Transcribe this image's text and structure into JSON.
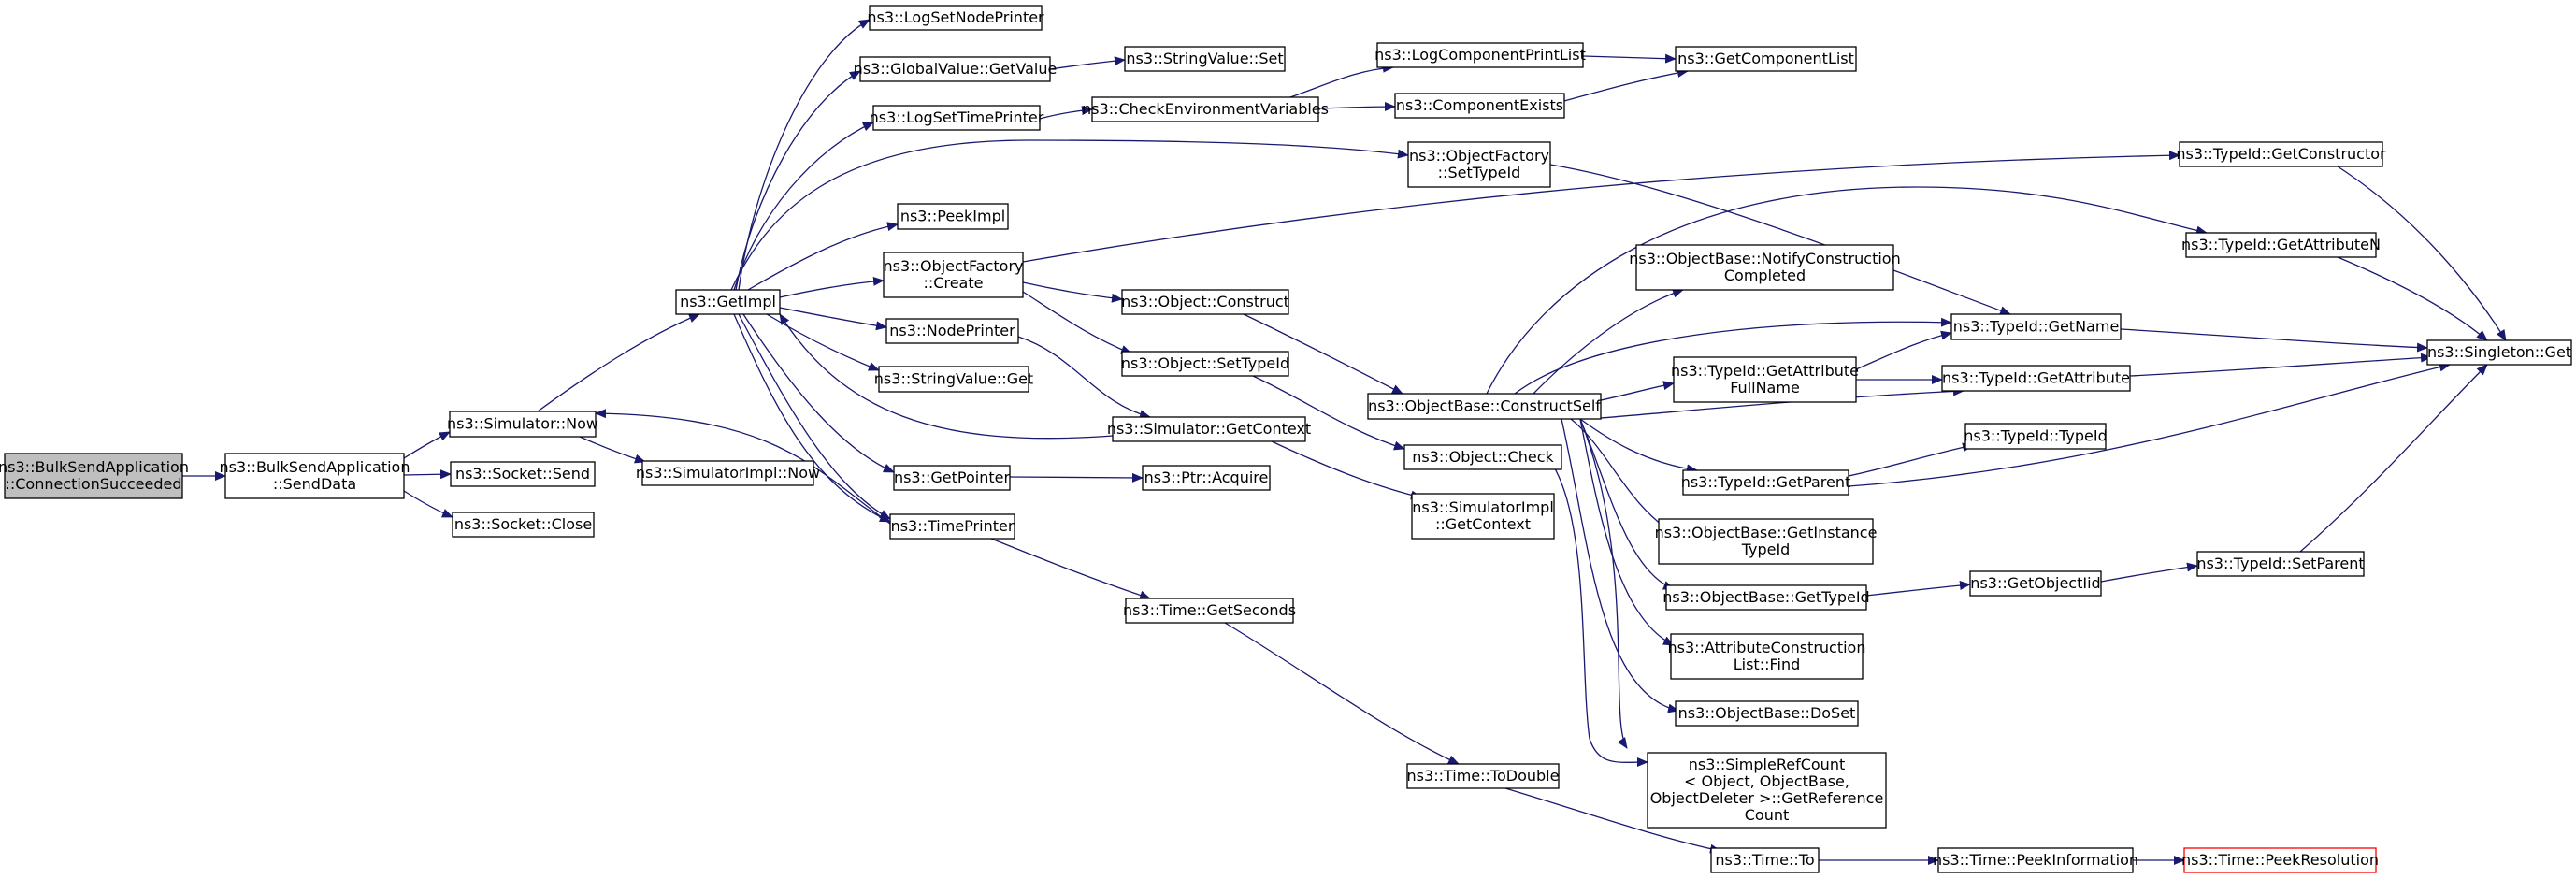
{
  "diagram": {
    "colors": {
      "edge": "#191970",
      "root_fill": "#bfbfbf",
      "node_fill": "#ffffff",
      "node_border": "#000000",
      "truncated_border": "#ff0000"
    },
    "nodes": [
      {
        "id": "n_root",
        "lines": [
          "ns3::BulkSendApplication",
          "::ConnectionSucceeded"
        ]
      },
      {
        "id": "n_senddata",
        "lines": [
          "ns3::BulkSendApplication",
          "::SendData"
        ]
      },
      {
        "id": "n_sim_now",
        "lines": [
          "ns3::Simulator::Now"
        ]
      },
      {
        "id": "n_sock_send",
        "lines": [
          "ns3::Socket::Send"
        ]
      },
      {
        "id": "n_sock_close",
        "lines": [
          "ns3::Socket::Close"
        ]
      },
      {
        "id": "n_getimpl",
        "lines": [
          "ns3::GetImpl"
        ]
      },
      {
        "id": "n_simimpl_now",
        "lines": [
          "ns3::SimulatorImpl::Now"
        ]
      },
      {
        "id": "n_logsetnodeprinter",
        "lines": [
          "ns3::LogSetNodePrinter"
        ]
      },
      {
        "id": "n_globalvalue_getvalue",
        "lines": [
          "ns3::GlobalValue::GetValue"
        ]
      },
      {
        "id": "n_logsettimeprinter",
        "lines": [
          "ns3::LogSetTimePrinter"
        ]
      },
      {
        "id": "n_peekimpl",
        "lines": [
          "ns3::PeekImpl"
        ]
      },
      {
        "id": "n_objfactory_create",
        "lines": [
          "ns3::ObjectFactory",
          "::Create"
        ]
      },
      {
        "id": "n_nodeprinter",
        "lines": [
          "ns3::NodePrinter"
        ]
      },
      {
        "id": "n_stringvalue_get",
        "lines": [
          "ns3::StringValue::Get"
        ]
      },
      {
        "id": "n_getpointer",
        "lines": [
          "ns3::GetPointer"
        ]
      },
      {
        "id": "n_timeprinter",
        "lines": [
          "ns3::TimePrinter"
        ]
      },
      {
        "id": "n_stringvalue_set",
        "lines": [
          "ns3::StringValue::Set"
        ]
      },
      {
        "id": "n_checkenv",
        "lines": [
          "ns3::CheckEnvironmentVariables"
        ]
      },
      {
        "id": "n_object_construct",
        "lines": [
          "ns3::Object::Construct"
        ]
      },
      {
        "id": "n_object_settypeid",
        "lines": [
          "ns3::Object::SetTypeId"
        ]
      },
      {
        "id": "n_sim_getcontext",
        "lines": [
          "ns3::Simulator::GetContext"
        ]
      },
      {
        "id": "n_ptr_acquire",
        "lines": [
          "ns3::Ptr::Acquire"
        ]
      },
      {
        "id": "n_time_getseconds",
        "lines": [
          "ns3::Time::GetSeconds"
        ]
      },
      {
        "id": "n_logcomponentprintlist",
        "lines": [
          "ns3::LogComponentPrintList"
        ]
      },
      {
        "id": "n_componentexists",
        "lines": [
          "ns3::ComponentExists"
        ]
      },
      {
        "id": "n_objfactory_settypeid",
        "lines": [
          "ns3::ObjectFactory",
          "::SetTypeId"
        ]
      },
      {
        "id": "n_objbase_constructself",
        "lines": [
          "ns3::ObjectBase::ConstructSelf"
        ]
      },
      {
        "id": "n_object_check",
        "lines": [
          "ns3::Object::Check"
        ]
      },
      {
        "id": "n_simimpl_getcontext",
        "lines": [
          "ns3::SimulatorImpl",
          "::GetContext"
        ]
      },
      {
        "id": "n_time_todouble",
        "lines": [
          "ns3::Time::ToDouble"
        ]
      },
      {
        "id": "n_getcomponentlist",
        "lines": [
          "ns3::GetComponentList"
        ]
      },
      {
        "id": "n_objbase_notify",
        "lines": [
          "ns3::ObjectBase::NotifyConstruction",
          "Completed"
        ]
      },
      {
        "id": "n_typeid_getattrfullname",
        "lines": [
          "ns3::TypeId::GetAttribute",
          "FullName"
        ]
      },
      {
        "id": "n_typeid_getparent",
        "lines": [
          "ns3::TypeId::GetParent"
        ]
      },
      {
        "id": "n_objbase_getinstancetypeid",
        "lines": [
          "ns3::ObjectBase::GetInstance",
          "TypeId"
        ]
      },
      {
        "id": "n_objbase_gettypeid",
        "lines": [
          "ns3::ObjectBase::GetTypeId"
        ]
      },
      {
        "id": "n_attrconstrlist_find",
        "lines": [
          "ns3::AttributeConstruction",
          "List::Find"
        ]
      },
      {
        "id": "n_objbase_doset",
        "lines": [
          "ns3::ObjectBase::DoSet"
        ]
      },
      {
        "id": "n_simplerefcount",
        "lines": [
          "ns3::SimpleRefCount",
          "< Object, ObjectBase,",
          " ObjectDeleter >::GetReference",
          "Count"
        ]
      },
      {
        "id": "n_time_to",
        "lines": [
          "ns3::Time::To"
        ]
      },
      {
        "id": "n_typeid_getconstructor",
        "lines": [
          "ns3::TypeId::GetConstructor"
        ]
      },
      {
        "id": "n_typeid_getattributen",
        "lines": [
          "ns3::TypeId::GetAttributeN"
        ]
      },
      {
        "id": "n_typeid_getname",
        "lines": [
          "ns3::TypeId::GetName"
        ]
      },
      {
        "id": "n_typeid_getattribute",
        "lines": [
          "ns3::TypeId::GetAttribute"
        ]
      },
      {
        "id": "n_typeid_typeid",
        "lines": [
          "ns3::TypeId::TypeId"
        ]
      },
      {
        "id": "n_getobjectiid",
        "lines": [
          "ns3::GetObjectIid"
        ]
      },
      {
        "id": "n_typeid_setparent",
        "lines": [
          "ns3::TypeId::SetParent"
        ]
      },
      {
        "id": "n_time_peekinformation",
        "lines": [
          "ns3::Time::PeekInformation"
        ]
      },
      {
        "id": "n_time_peekresolution",
        "lines": [
          "ns3::Time::PeekResolution"
        ]
      },
      {
        "id": "n_singleton_get",
        "lines": [
          "ns3::Singleton::Get"
        ]
      }
    ]
  }
}
